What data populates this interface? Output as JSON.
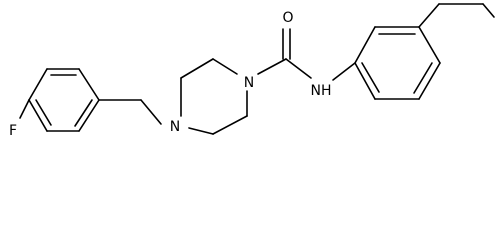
{
  "atoms": {
    "fluorine": "F",
    "nitrogen_piperazine_upper": "N",
    "nitrogen_piperazine_lower": "N",
    "oxygen_carbonyl": "O",
    "amide_nh": "NH"
  },
  "colors": {
    "bond": "#000000",
    "background": "#ffffff"
  }
}
